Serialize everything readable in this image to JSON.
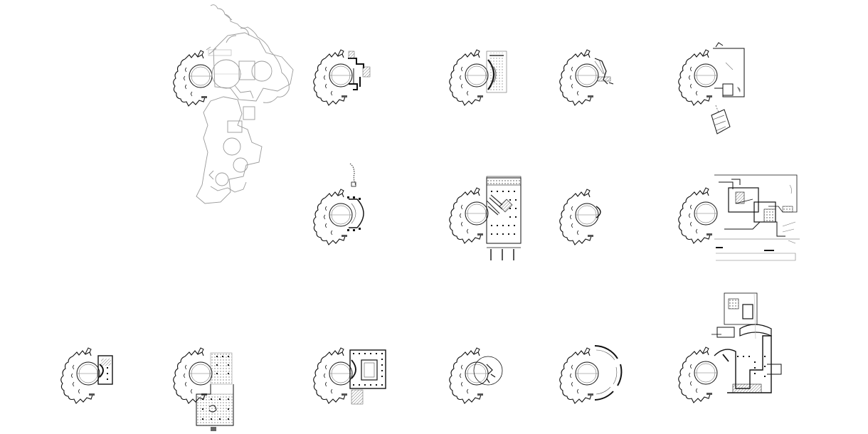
{
  "page": {
    "background": "#ffffff",
    "ink": "#111111",
    "light_ink": "#9a9a9a",
    "hatch": "#666666"
  },
  "diagram": {
    "description_visible_text": [],
    "plans": [
      {
        "id": "plan-r0-c1",
        "variant": "grey-cloister-complex"
      },
      {
        "id": "plan-r0-c2",
        "variant": "square-annex"
      },
      {
        "id": "plan-r0-c3",
        "variant": "fan-auditorium"
      },
      {
        "id": "plan-r0-c4",
        "variant": "wedge-annex"
      },
      {
        "id": "plan-r0-c5",
        "variant": "large-polygon-annex"
      },
      {
        "id": "plan-r1-c2",
        "variant": "apse-nave"
      },
      {
        "id": "plan-r1-c3",
        "variant": "hypostyle-hall"
      },
      {
        "id": "plan-r1-c4",
        "variant": "single-arc"
      },
      {
        "id": "plan-r1-c5",
        "variant": "museum-complex"
      },
      {
        "id": "plan-r2-c0",
        "variant": "small-court"
      },
      {
        "id": "plan-r2-c1",
        "variant": "long-colonnade"
      },
      {
        "id": "plan-r2-c2",
        "variant": "peristyle-court"
      },
      {
        "id": "plan-r2-c3",
        "variant": "circle-pavilion"
      },
      {
        "id": "plan-r2-c4",
        "variant": "broken-ring"
      },
      {
        "id": "plan-r2-c5",
        "variant": "palace-complex"
      }
    ]
  }
}
